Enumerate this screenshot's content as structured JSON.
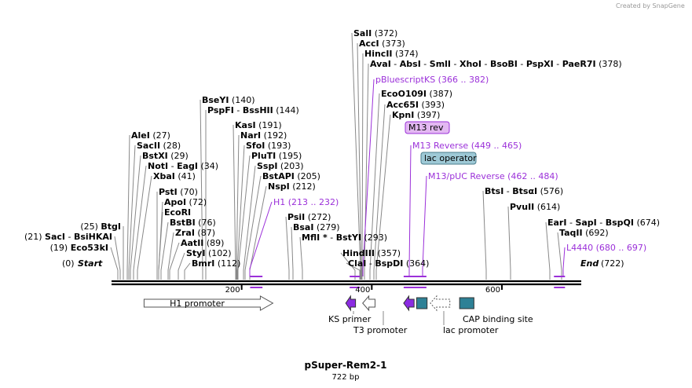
{
  "credit": "Created by SnapGene",
  "plasmid": {
    "name": "pSuper-Rem2-1",
    "size_label": "722 bp",
    "length": 722
  },
  "ticks": [
    {
      "pos": 200,
      "label": "200"
    },
    {
      "pos": 400,
      "label": "400"
    },
    {
      "pos": 600,
      "label": "600"
    }
  ],
  "end_labels": {
    "start": {
      "pos": "(0)",
      "name": "Start"
    },
    "end": {
      "name": "End",
      "pos": "(722)"
    }
  },
  "sites": [
    {
      "parts": [
        "Eco53kI"
      ],
      "num": "(19)",
      "side": "L",
      "loc": 19
    },
    {
      "parts": [
        "SacI",
        " - ",
        "BsiHKAI"
      ],
      "num": "(21)",
      "side": "L",
      "loc": 21
    },
    {
      "parts": [
        "BtgI"
      ],
      "num": "(25)",
      "side": "L",
      "loc": 25
    },
    {
      "parts": [
        "AleI"
      ],
      "num": "(27)",
      "side": "R",
      "loc": 27
    },
    {
      "parts": [
        "SacII"
      ],
      "num": "(28)",
      "side": "R",
      "loc": 28
    },
    {
      "parts": [
        "BstXI"
      ],
      "num": "(29)",
      "side": "R",
      "loc": 29
    },
    {
      "parts": [
        "NotI",
        " - ",
        "EagI"
      ],
      "num": "(34)",
      "side": "R",
      "loc": 34
    },
    {
      "parts": [
        "XbaI"
      ],
      "num": "(41)",
      "side": "R",
      "loc": 41
    },
    {
      "parts": [
        "PstI"
      ],
      "num": "(70)",
      "side": "R",
      "loc": 70
    },
    {
      "parts": [
        "ApoI"
      ],
      "num": "(72)",
      "side": "R",
      "loc": 72
    },
    {
      "parts": [
        "EcoRI"
      ],
      "num": "",
      "side": "R",
      "loc": 72
    },
    {
      "parts": [
        "BstBI"
      ],
      "num": "(76)",
      "side": "R",
      "loc": 76
    },
    {
      "parts": [
        "ZraI"
      ],
      "num": "(87)",
      "side": "R",
      "loc": 87
    },
    {
      "parts": [
        "AatII"
      ],
      "num": "(89)",
      "side": "R",
      "loc": 89
    },
    {
      "parts": [
        "StyI"
      ],
      "num": "(102)",
      "side": "R",
      "loc": 102
    },
    {
      "parts": [
        "BmrI"
      ],
      "num": "(112)",
      "side": "R",
      "loc": 112
    },
    {
      "parts": [
        "BseYI"
      ],
      "num": "(140)",
      "side": "R",
      "loc": 140
    },
    {
      "parts": [
        "PspFI",
        " - ",
        "BssHII"
      ],
      "num": "(144)",
      "side": "R",
      "loc": 144
    },
    {
      "parts": [
        "KasI"
      ],
      "num": "(191)",
      "side": "R",
      "loc": 191
    },
    {
      "parts": [
        "NarI"
      ],
      "num": "(192)",
      "side": "R",
      "loc": 192
    },
    {
      "parts": [
        "SfoI"
      ],
      "num": "(193)",
      "side": "R",
      "loc": 193
    },
    {
      "parts": [
        "PluTI"
      ],
      "num": "(195)",
      "side": "R",
      "loc": 195
    },
    {
      "parts": [
        "SspI"
      ],
      "num": "(203)",
      "side": "R",
      "loc": 203
    },
    {
      "parts": [
        "BstAPI"
      ],
      "num": "(205)",
      "side": "R",
      "loc": 205
    },
    {
      "parts": [
        "NspI"
      ],
      "num": "(212)",
      "side": "R",
      "loc": 212
    },
    {
      "parts": [
        "PsiI"
      ],
      "num": "(272)",
      "side": "R",
      "loc": 272
    },
    {
      "parts": [
        "BsaI"
      ],
      "num": "(279)",
      "side": "R",
      "loc": 279
    },
    {
      "parts": [
        "MflI *",
        " - ",
        "BstYI"
      ],
      "num": "(293)",
      "side": "R",
      "loc": 293
    },
    {
      "parts": [
        "HindIII"
      ],
      "num": "(357)",
      "side": "R",
      "loc": 357
    },
    {
      "parts": [
        "ClaI",
        " - ",
        "BspDI"
      ],
      "num": "(364)",
      "side": "R",
      "loc": 364
    },
    {
      "parts": [
        "SalI"
      ],
      "num": "(372)",
      "side": "R",
      "loc": 372
    },
    {
      "parts": [
        "AccI"
      ],
      "num": "(373)",
      "side": "R",
      "loc": 373
    },
    {
      "parts": [
        "HincII"
      ],
      "num": "(374)",
      "side": "R",
      "loc": 374
    },
    {
      "parts": [
        "AvaI",
        " - ",
        "AbsI",
        " - ",
        "SmlI",
        " - ",
        "XhoI",
        " - ",
        "BsoBI",
        " - ",
        "PspXI",
        " - ",
        "PaeR7I"
      ],
      "num": "(378)",
      "side": "R",
      "loc": 378
    },
    {
      "parts": [
        "EcoO109I"
      ],
      "num": "(387)",
      "side": "R",
      "loc": 387
    },
    {
      "parts": [
        "Acc65I"
      ],
      "num": "(393)",
      "side": "R",
      "loc": 393
    },
    {
      "parts": [
        "KpnI"
      ],
      "num": "(397)",
      "side": "R",
      "loc": 397
    },
    {
      "parts": [
        "BtsI",
        " - ",
        "BtsαI"
      ],
      "num": "(576)",
      "side": "R",
      "loc": 576
    },
    {
      "parts": [
        "PvuII"
      ],
      "num": "(614)",
      "side": "R",
      "loc": 614
    },
    {
      "parts": [
        "EarI",
        " - ",
        "SapI",
        " - ",
        "BspQI"
      ],
      "num": "(674)",
      "side": "R",
      "loc": 674
    },
    {
      "parts": [
        "TaqII"
      ],
      "num": "(692)",
      "side": "R",
      "loc": 692
    }
  ],
  "primers": [
    {
      "name": "H1",
      "range": "(213 .. 232)",
      "start": 213,
      "end": 232
    },
    {
      "name": "pBluescriptKS",
      "range": "(366 .. 382)",
      "start": 366,
      "end": 382
    },
    {
      "name": "M13 Reverse",
      "range": "(449 .. 465)",
      "start": 449,
      "end": 465
    },
    {
      "name": "M13/pUC Reverse",
      "range": "(462 .. 484)",
      "start": 462,
      "end": 484
    },
    {
      "name": "L4440",
      "range": "(680 .. 697)",
      "start": 680,
      "end": 697
    }
  ],
  "boxes": [
    {
      "label": "M13 rev",
      "fill": "#e3b8f2",
      "stroke": "#9b30d9",
      "loc": 449
    },
    {
      "label": "lac operator",
      "fill": "#9ec9d6",
      "stroke": "#4a7d8c",
      "loc": 462
    }
  ],
  "features": [
    {
      "name": "H1 promoter",
      "type": "arrow-right",
      "start": 50,
      "end": 248,
      "color": "#ffffff"
    },
    {
      "name": "KS primer",
      "type": "arrow-left",
      "start": 360,
      "end": 375,
      "color": "#8b2be2"
    },
    {
      "name": "T3 promoter",
      "type": "arrow-left",
      "start": 386,
      "end": 405,
      "color": "#ffffff"
    },
    {
      "name": "",
      "type": "arrow-left",
      "start": 449,
      "end": 465,
      "color": "#8b2be2"
    },
    {
      "name": "",
      "type": "box",
      "start": 469,
      "end": 485,
      "color": "#2e8196"
    },
    {
      "name": "lac promoter",
      "type": "arrow-left-dotted",
      "start": 490,
      "end": 520,
      "color": "#ffffff"
    },
    {
      "name": "CAP binding site",
      "type": "box",
      "start": 535,
      "end": 557,
      "color": "#2e8196"
    }
  ],
  "colors": {
    "primer": "#9b30d9",
    "backbone": "#000000",
    "leader": "#888888"
  }
}
